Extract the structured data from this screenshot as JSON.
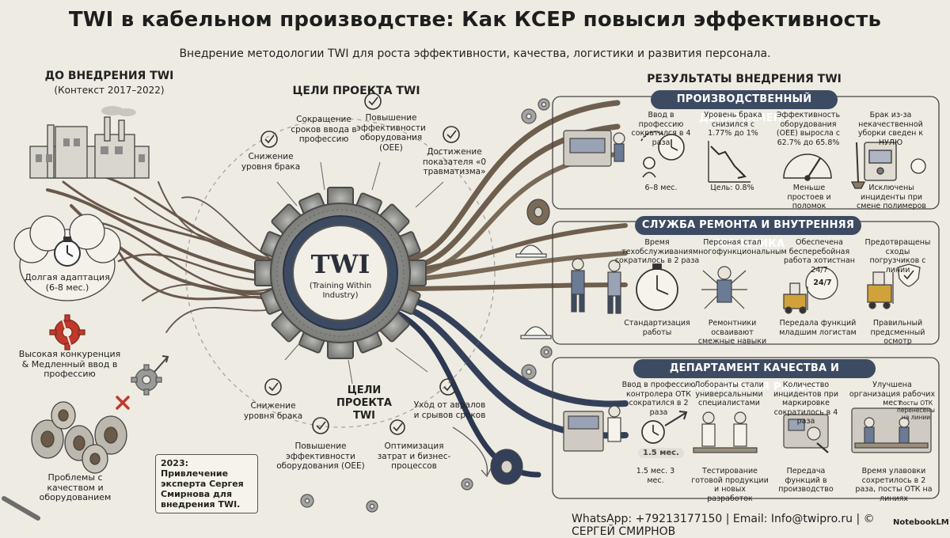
{
  "title": "TWI в кабельном производстве: Как КСЕР повысил эффективность",
  "subtitle": "Внедрение методологии TWI для роста эффективности, качества, логистики и развития персонала.",
  "before": {
    "heading": "ДО ВНЕДРЕНИЯ TWI",
    "context": "(Контекст 2017–2022)",
    "adaptation": "Долгая адаптация (6-8 мес.)",
    "competition": "Высокая конкуренция & Медленный ввод в профессию",
    "problems": "Проблемы с качеством и оборудованием",
    "expert_note": "2023: Привлечение эксперта Сергея Смирнова для внедрения TWI."
  },
  "goals_top": {
    "heading": "ЦЕЛИ ПРОЕКТА TWI",
    "items": [
      "Снижение уровня брака",
      "Сокращение сроков ввода в профессию",
      "Повышение эффективности оборудования (OEE)",
      "Достижение показателя «0 травматизма»"
    ]
  },
  "center": {
    "logo": "TWI",
    "full": "(Training Within Industry)"
  },
  "goals_bottom": {
    "heading": "ЦЕЛИ ПРОЕКТА TWI",
    "items": [
      "Снижение уровня брака",
      "Повышение эффективности оборудования (OEE)",
      "Оптимизация затрат и бизнес-процессов",
      "Уход от авралов и срывов сроков"
    ]
  },
  "results": {
    "heading": "РЕЗУЛЬТАТЫ ВНЕДРЕНИЯ TWI",
    "production": {
      "banner": "ПРОИЗВОДСТВЕННЫЙ ДЕПАРТАМЕНТ",
      "items": [
        {
          "title": "Ввод в профессию сократился в 4 раза",
          "note": "6–8 мес."
        },
        {
          "title": "Уровень брака снизился с 1.77% до 1%",
          "note": "Цель: 0.8%"
        },
        {
          "title": "Эффективность оборудования (OEE) выросла с 62.7% до 65.8%",
          "note": "Меньше простоев и поломок"
        },
        {
          "title": "Брак из-за некачественной уборки сведен к НУЛЮ",
          "note": "Исключены инциденты при смене полимеров"
        }
      ]
    },
    "repair": {
      "banner": "СЛУЖБА РЕМОНТА И ВНУТРЕННЯЯ ЛОГИСТИКА",
      "items": [
        {
          "title": "Время техобслуживания сократилось в 2 раза",
          "note": "Стандартизация работы"
        },
        {
          "title": "Персоная стал многофункциональным",
          "note": "Ремонтники осваивают смежные навыки"
        },
        {
          "title": "Обеспечена бесперебойная работа хотистнан 24/7",
          "note": "Передала функций младшим логистам"
        },
        {
          "title": "Предотвращены сходы погрузчиков с линии",
          "note": "Правильный предсменный осмотр"
        }
      ],
      "clock_label": "24/7"
    },
    "quality": {
      "banner": "ДЕПАРТАМЕНТ КАЧЕСТВА И СОВМЕСТНАЯ РАБОТА",
      "items": [
        {
          "title": "Ввод в профессию контролера ОТК сократился в 2 раза",
          "note": "1.5 мес. 3 мес."
        },
        {
          "title": "Лоборанты стали универсальными специалистами",
          "note": "Тестирование готовой продукции и новых разработок"
        },
        {
          "title": "Количество инцидентов при маркировке сократилось в 4 раза",
          "note": "Передача функций в производство"
        },
        {
          "title": "Улучшена организация рабочих мест",
          "note": "Время улавовки сохретилось в 2 раза, посты ОТК на линиях"
        }
      ],
      "arrow_label": "1.5 мес.",
      "posts_label": "посты ОТК перенесены на линии"
    }
  },
  "footer": "WhatsApp: +79213177150  |  Email: Info@twipro.ru  |  © СЕРГЕЙ СМИРНОВ",
  "brand": "NotebookLM",
  "colors": {
    "background": "#eeebe2",
    "banner": "#3d4b62",
    "gear": "#8f8f8f",
    "cable_dark": "#34405a",
    "cable_brown": "#6e5e4e"
  }
}
